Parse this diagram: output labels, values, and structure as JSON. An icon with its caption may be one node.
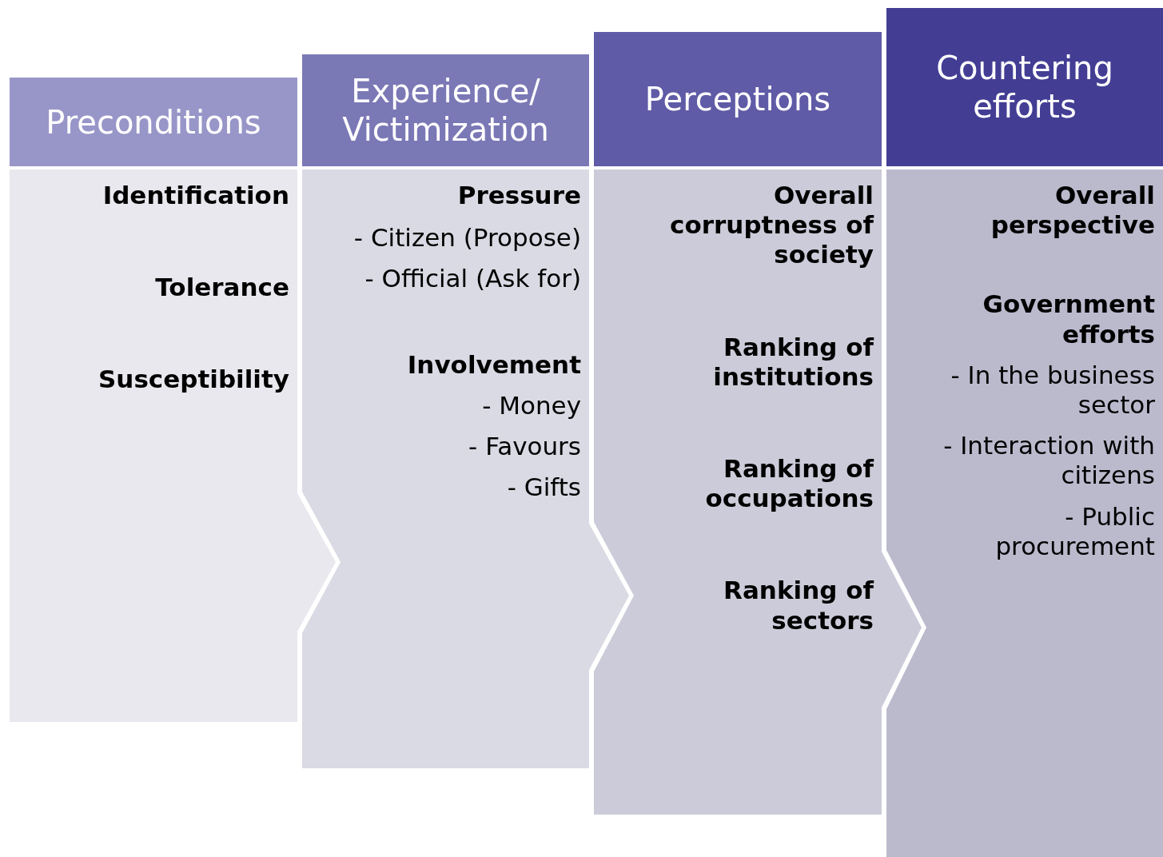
{
  "diagram": {
    "nodes": [
      {
        "text": [
          "Preconditions"
        ]
      },
      {
        "text": [
          "Identification",
          "Tolerance",
          "Susceptibility"
        ]
      },
      {
        "text": [
          "Experience/ Victimization"
        ]
      },
      {
        "text": [
          "Pressure",
          "- Citizen (Propose)",
          "- Official (Ask for)",
          "Involvement",
          "- Money",
          "- Favours",
          "- Gifts"
        ]
      },
      {
        "text": [
          "Perceptions"
        ]
      },
      {
        "text": [
          "Overall corruptness of society",
          "Ranking of institutions",
          "Ranking of occupations",
          "Ranking of sectors"
        ]
      },
      {
        "text": [
          "Countering efforts"
        ]
      },
      {
        "text": [
          "Overall perspective",
          "Government efforts",
          "- In the business sector",
          "- Interaction with citizens",
          "- Public procurement"
        ]
      }
    ]
  }
}
